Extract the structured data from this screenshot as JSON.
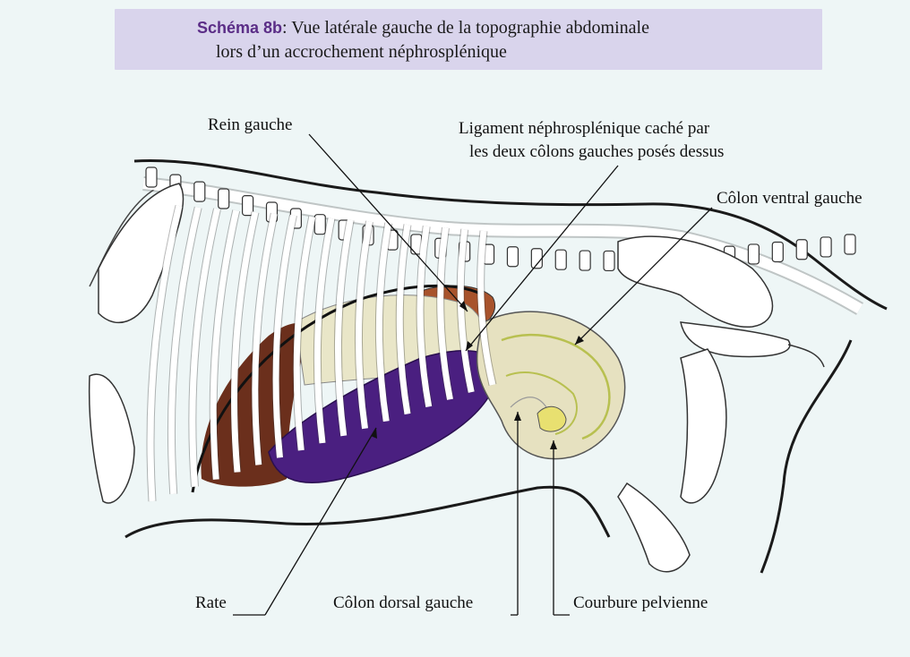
{
  "title": {
    "label": "Schéma 8b",
    "separator": ":",
    "line1": "Vue latérale gauche de la topographie abdominale",
    "line2": "lors d’un accrochement néphrosplénique"
  },
  "labels": {
    "rein_gauche": "Rein gauche",
    "ligament_line1": "Ligament néphrosplénique caché par",
    "ligament_line2": "les deux côlons gauches posés dessus",
    "colon_ventral": "Côlon ventral gauche",
    "rate": "Rate",
    "colon_dorsal": "Côlon dorsal gauche",
    "courbure": "Courbure pelvienne"
  },
  "colors": {
    "spleen": "#4a1f80",
    "liver": "#6b2f1c",
    "kidney": "#a8532c",
    "colon": "#e6e1c0",
    "pelvic_flexure": "#e8e070",
    "title_box": "#d9d4ec",
    "title_accent": "#5b2d87"
  }
}
